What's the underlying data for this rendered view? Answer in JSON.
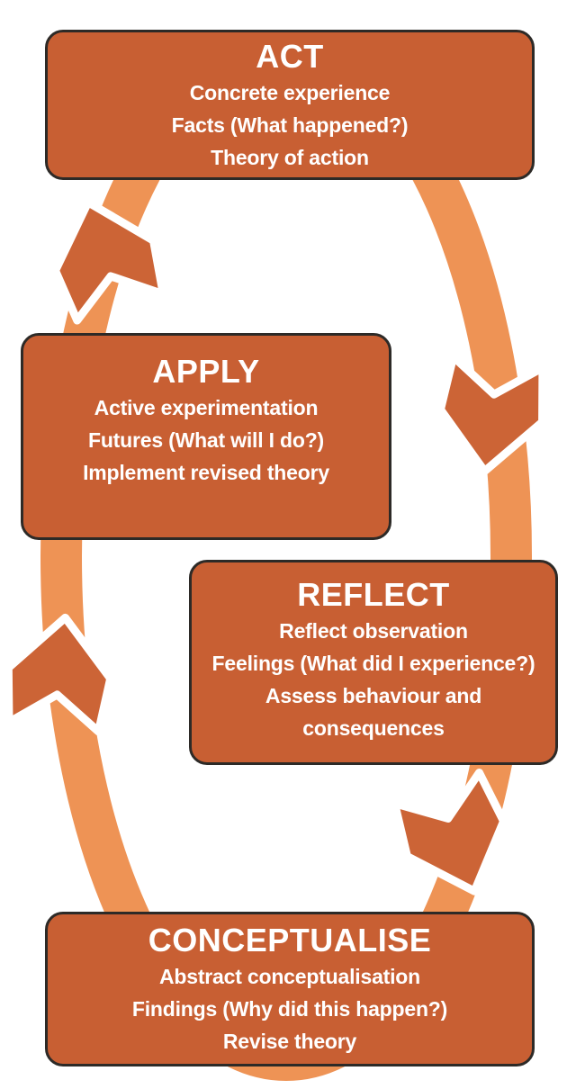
{
  "boxes": {
    "act": {
      "title": "ACT",
      "lines": [
        "Concrete experience",
        "Facts (What happened?)",
        "Theory of action"
      ]
    },
    "apply": {
      "title": "APPLY",
      "lines": [
        "Active experimentation",
        "Futures (What will I do?)",
        "Implement revised theory"
      ]
    },
    "reflect": {
      "title": "REFLECT",
      "lines": [
        "Reflect observation",
        "Feelings (What did I experience?)",
        "Assess behaviour and consequences"
      ]
    },
    "conceptualise": {
      "title": "CONCEPTUALISE",
      "lines": [
        "Abstract conceptualisation",
        "Findings (Why did this happen?)",
        "Revise theory"
      ]
    }
  },
  "cycle": {
    "direction": "clockwise",
    "arrows": [
      "up-toward-act",
      "down-toward-reflect",
      "up-toward-apply",
      "down-toward-conceptualise"
    ]
  },
  "colors": {
    "box_fill": "#C85F33",
    "box_border": "#2D2A27",
    "ring_band": "#EE9355",
    "arrow_fill": "#CC6436",
    "arrow_outline": "#FFFFFF",
    "text": "#FFFFFF",
    "background": "#FFFFFF"
  }
}
